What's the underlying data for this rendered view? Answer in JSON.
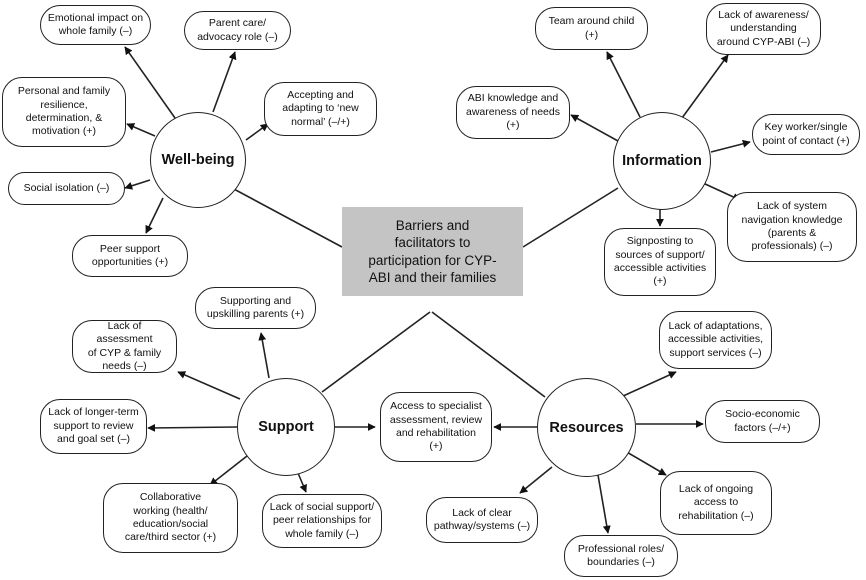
{
  "center": {
    "label": "Barriers and\nfacilitators to\nparticipation for CYP-\nABI and their families"
  },
  "hubs": {
    "wellbeing": "Well-being",
    "information": "Information",
    "support": "Support",
    "resources": "Resources"
  },
  "wellbeing_factors": {
    "emotional": "Emotional impact on\nwhole family (–)",
    "parent_care": "Parent care/\nadvocacy role (–)",
    "resilience": "Personal and family\nresilience,\ndetermination, &\nmotivation (+)",
    "accepting": "Accepting and\nadapting to ‘new\nnormal’ (–/+)",
    "isolation": "Social isolation (–)",
    "peer": "Peer support\nopportunities (+)"
  },
  "information_factors": {
    "team": "Team around child\n(+)",
    "awareness": "Lack of awareness/\nunderstanding\naround CYP-ABI (–)",
    "abi_knowledge": "ABI knowledge and\nawareness of needs\n(+)",
    "key_worker": "Key worker/single\npoint of contact (+)",
    "navigation": "Lack of system\nnavigation knowledge\n(parents &\nprofessionals) (–)",
    "signposting": "Signposting to\nsources of support/\naccessible activities\n(+)"
  },
  "support_factors": {
    "upskilling": "Supporting and\nupskilling parents (+)",
    "assessment": "Lack of assessment\nof CYP & family\nneeds (–)",
    "longer_term": "Lack of longer-term\nsupport to review\nand goal set (–)",
    "collaborative": "Collaborative\nworking (health/\neducation/social\ncare/third sector (+)",
    "social_support": "Lack of social support/\npeer relationships for\nwhole family (–)",
    "specialist": "Access to specialist\nassessment, review\nand rehabilitation\n(+)"
  },
  "resources_factors": {
    "adaptations": "Lack of adaptations,\naccessible activities,\nsupport services (–)",
    "socio_economic": "Socio-economic\nfactors (–/+)",
    "ongoing": "Lack of ongoing\naccess to\nrehabilitation (–)",
    "pathway": "Lack of clear\npathway/systems (–)",
    "roles": "Professional roles/\nboundaries (–)"
  }
}
